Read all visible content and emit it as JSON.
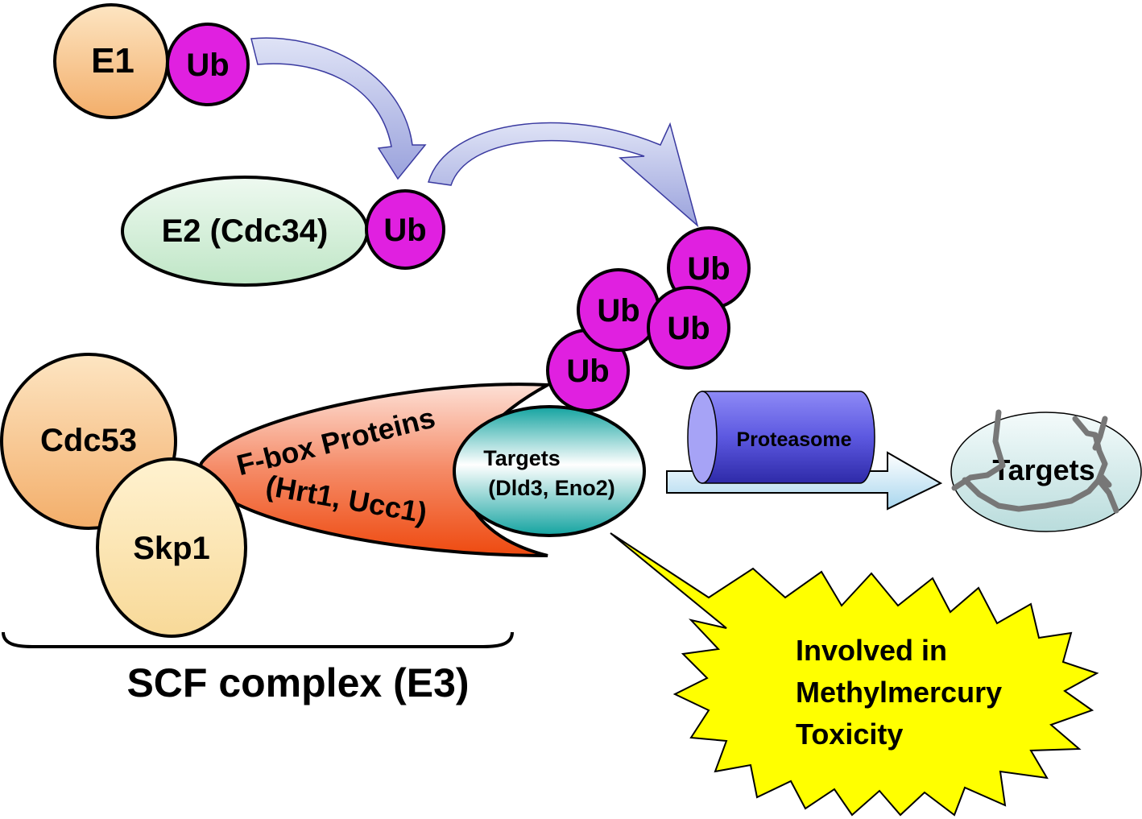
{
  "nodes": {
    "e1": "E1",
    "e2": "E2 (Cdc34)",
    "ub": "Ub",
    "cdc53": "Cdc53",
    "skp1": "Skp1",
    "fbox_title": "F-box Proteins",
    "fbox_members": "(Hrt1, Ucc1)",
    "targets_title": "Targets",
    "targets_members": "(Dld3, Eno2)",
    "proteasome": "Proteasome",
    "degraded_targets": "Targets"
  },
  "complex_label": "SCF complex (E3)",
  "callout": {
    "line1": "Involved in",
    "line2": "Methylmercury",
    "line3": "Toxicity"
  },
  "colors": {
    "ub": "#e020e0",
    "orange_node": "#f5b97a",
    "pale_node": "#fbe2a8",
    "e2": "#d2eed7",
    "fbox_red": "#f0502a",
    "targets_teal": "#22b3ad",
    "proteasome": "#5c58e0",
    "callout": "#ffff00",
    "arrow": "#aab2e6"
  }
}
